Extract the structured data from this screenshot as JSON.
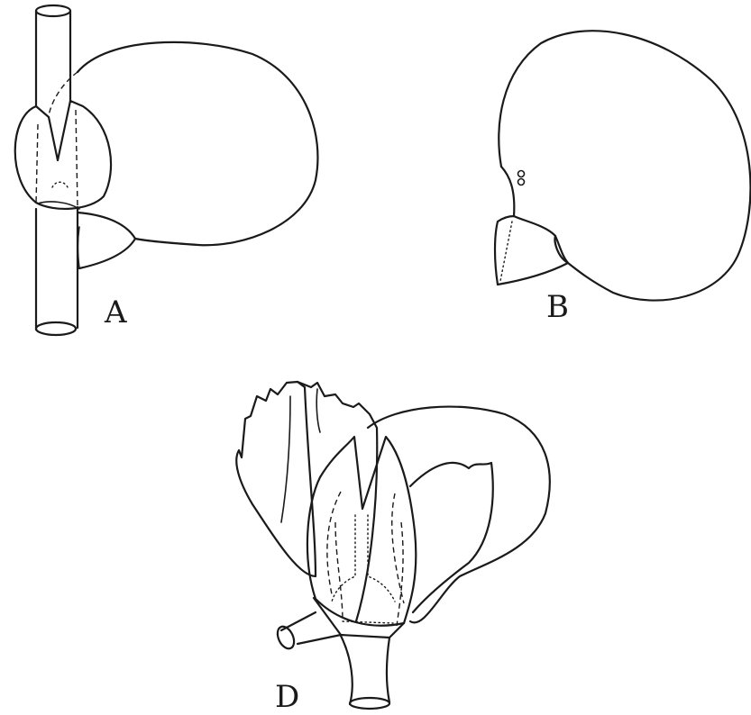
{
  "figure": {
    "panels": [
      {
        "id": "A",
        "label": "A"
      },
      {
        "id": "B",
        "label": "B"
      },
      {
        "id": "D",
        "label": "D"
      }
    ],
    "ink_color": "#1a1a1a",
    "background": "#ffffff"
  }
}
